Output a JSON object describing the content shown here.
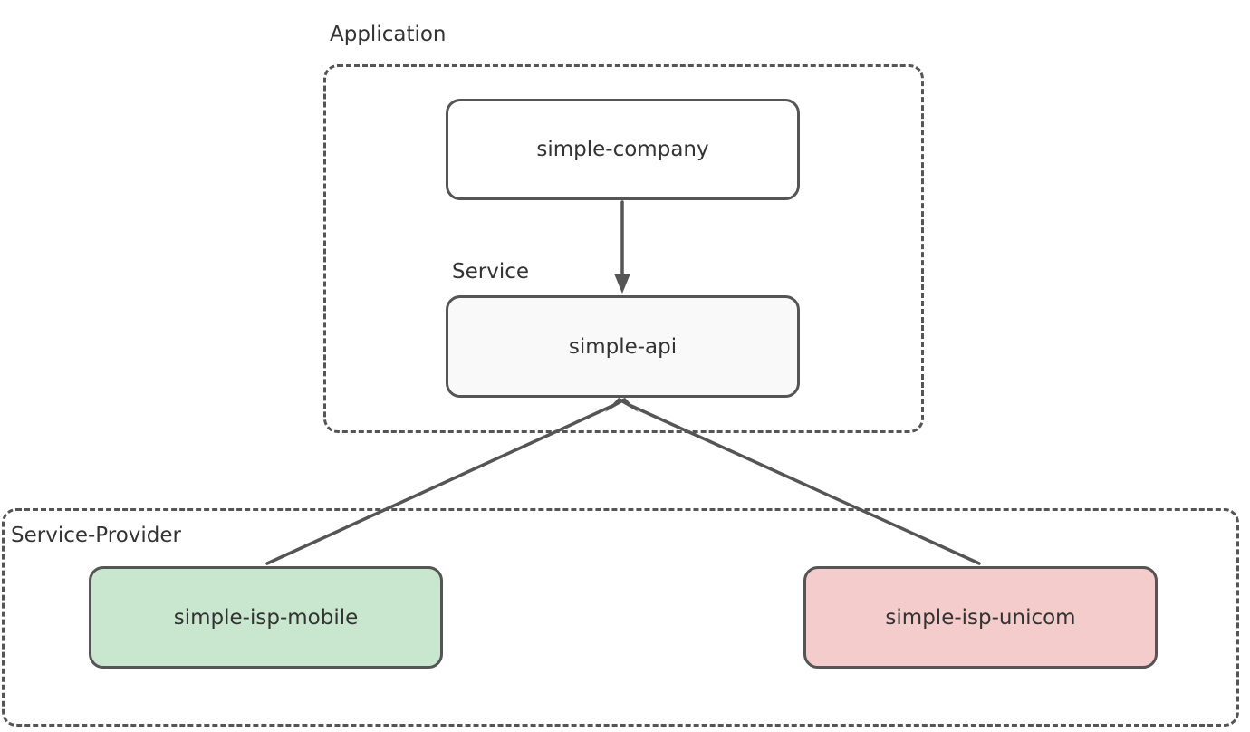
{
  "groups": {
    "application": {
      "label": "Application"
    },
    "service": {
      "label": "Service"
    },
    "provider": {
      "label": "Service-Provider"
    }
  },
  "nodes": {
    "company": {
      "label": "simple-company",
      "fill": "#ffffff"
    },
    "api": {
      "label": "simple-api",
      "fill": "#f9f9f9"
    },
    "mobile": {
      "label": "simple-isp-mobile",
      "fill": "#c9e7cf"
    },
    "unicom": {
      "label": "simple-isp-unicom",
      "fill": "#f4cccc"
    }
  },
  "colors": {
    "stroke": "#555555",
    "text": "#333333"
  }
}
